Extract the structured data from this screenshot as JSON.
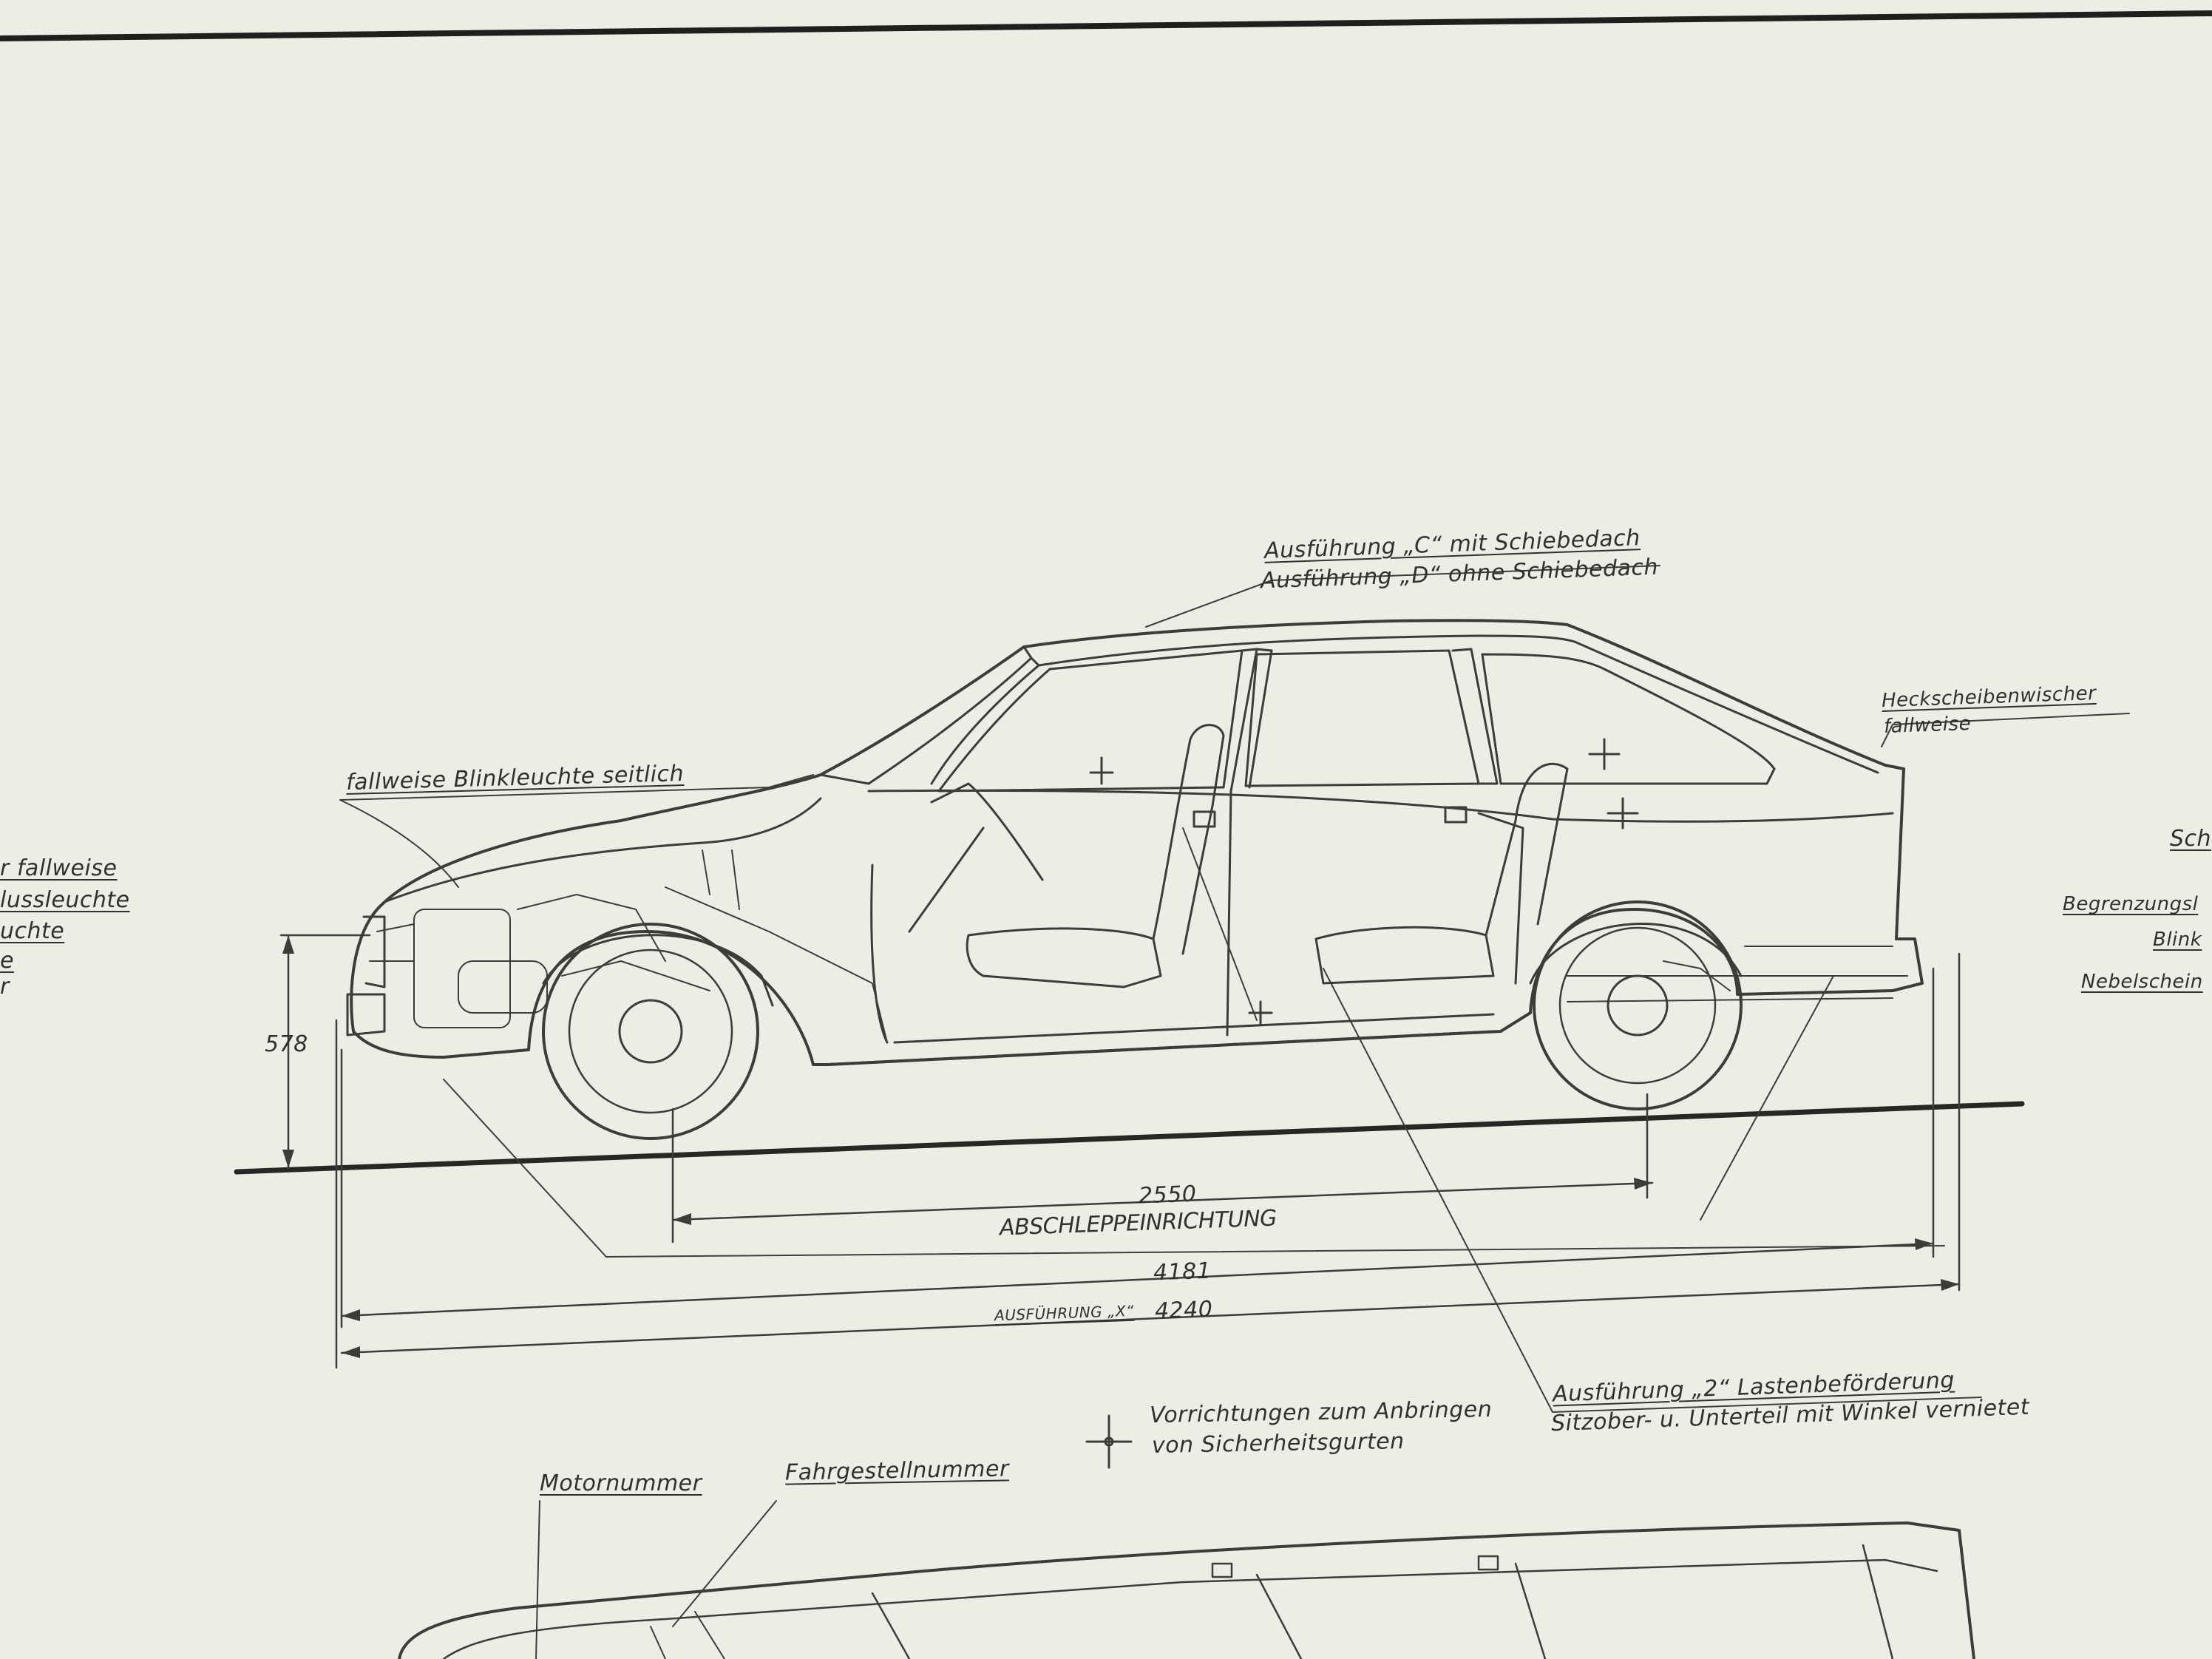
{
  "labels": {
    "ausfuehrung_c": "Ausführung „C“ mit Schiebedach",
    "ausfuehrung_d": "Ausführung „D“ ohne Schiebedach",
    "blinkleuchte": "fallweise Blinkleuchte seitlich",
    "heckscheibenwischer_1": "Heckscheibenwischer",
    "heckscheibenwischer_2": "fallweise",
    "left_edge_1": "r fallweise",
    "left_edge_2": "lussleuchte",
    "left_edge_3": "uchte",
    "left_edge_4": "e",
    "left_edge_5": "r",
    "right_edge_1": "Sch",
    "right_edge_2": "Begrenzungsl",
    "right_edge_3": "Blink",
    "right_edge_4": "Nebelschein",
    "abschlepp": "ABSCHLEPPEINRICHTUNG",
    "ausfuehrung_x": "AUSFÜHRUNG „X“",
    "ausfuehrung_2_1": "Ausführung „2“ Lastenbeförderung",
    "ausfuehrung_2_2": "Sitzober- u. Unterteil mit Winkel vernietet",
    "vorrichtungen_1": "Vorrichtungen zum Anbringen",
    "vorrichtungen_2": "von Sicherheitsgurten",
    "motornummer": "Motornummer",
    "fahrgestellnummer": "Fahrgestellnummer"
  },
  "dimensions": {
    "front_height": "578",
    "wheelbase": "2550",
    "length": "4181",
    "length_x": "4240"
  }
}
